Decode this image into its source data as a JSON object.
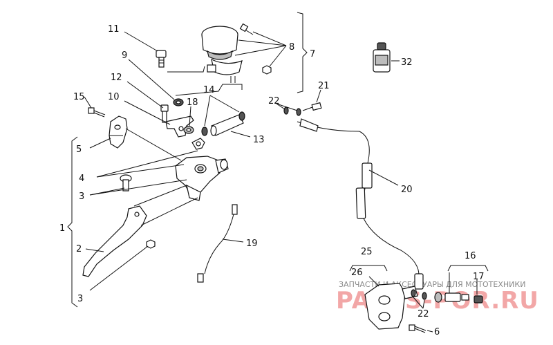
{
  "labels": {
    "l1": "1",
    "l2": "2",
    "l3a": "3",
    "l3b": "3",
    "l4": "4",
    "l5": "5",
    "l6": "6",
    "l7": "7",
    "l8": "8",
    "l9": "9",
    "l10": "10",
    "l11": "11",
    "l12": "12",
    "l13": "13",
    "l14": "14",
    "l15": "15",
    "l16": "16",
    "l17": "17",
    "l18": "18",
    "l19": "19",
    "l20": "20",
    "l21": "21",
    "l22a": "22",
    "l22b": "22",
    "l25": "25",
    "l26": "26",
    "l32": "32"
  },
  "watermark": {
    "top": "ЗАПЧАСТИ И АКСЕССУАРЫ ДЛЯ МОТОТЕХНИКИ",
    "brand": "PARTS-POR.RU"
  },
  "colors": {
    "ink": "#111111",
    "watermark_red": "#f2a7a7",
    "watermark_grey": "#8a8a8a"
  }
}
